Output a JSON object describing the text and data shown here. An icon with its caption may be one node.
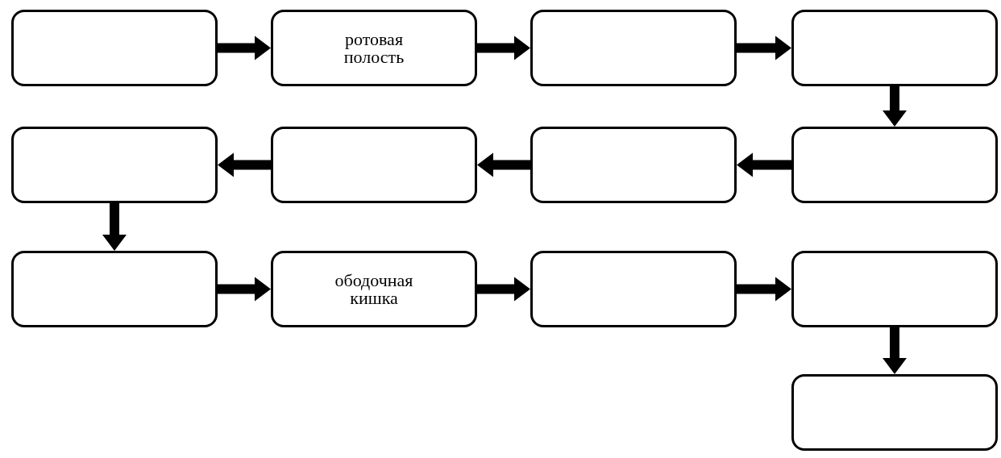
{
  "diagram": {
    "nodes": [
      {
        "text": [],
        "shape": "box"
      },
      {
        "text": [
          "ротовая полость"
        ]
      },
      {
        "text": [],
        "shape": "box"
      },
      {
        "text": [],
        "shape": "box"
      },
      {
        "text": [],
        "shape": "box"
      },
      {
        "text": [],
        "shape": "box"
      },
      {
        "text": [],
        "shape": "box"
      },
      {
        "text": [],
        "shape": "box"
      },
      {
        "text": [],
        "shape": "box"
      },
      {
        "text": [
          "ободочная кишка"
        ]
      },
      {
        "text": [],
        "shape": "box"
      },
      {
        "text": [],
        "shape": "box"
      },
      {
        "text": [],
        "shape": "box"
      }
    ],
    "edges": [
      {
        "from": 0,
        "to": 1,
        "arrow": "to"
      },
      {
        "from": 1,
        "to": 2,
        "arrow": "to"
      },
      {
        "from": 2,
        "to": 3,
        "arrow": "to"
      },
      {
        "from": 3,
        "to": 7,
        "arrow": "to"
      },
      {
        "from": 7,
        "to": 6,
        "arrow": "to"
      },
      {
        "from": 6,
        "to": 5,
        "arrow": "to"
      },
      {
        "from": 5,
        "to": 4,
        "arrow": "to"
      },
      {
        "from": 4,
        "to": 8,
        "arrow": "to"
      },
      {
        "from": 8,
        "to": 9,
        "arrow": "to"
      },
      {
        "from": 9,
        "to": 10,
        "arrow": "to"
      },
      {
        "from": 10,
        "to": 11,
        "arrow": "to"
      },
      {
        "from": 11,
        "to": 12,
        "arrow": "to"
      }
    ]
  }
}
